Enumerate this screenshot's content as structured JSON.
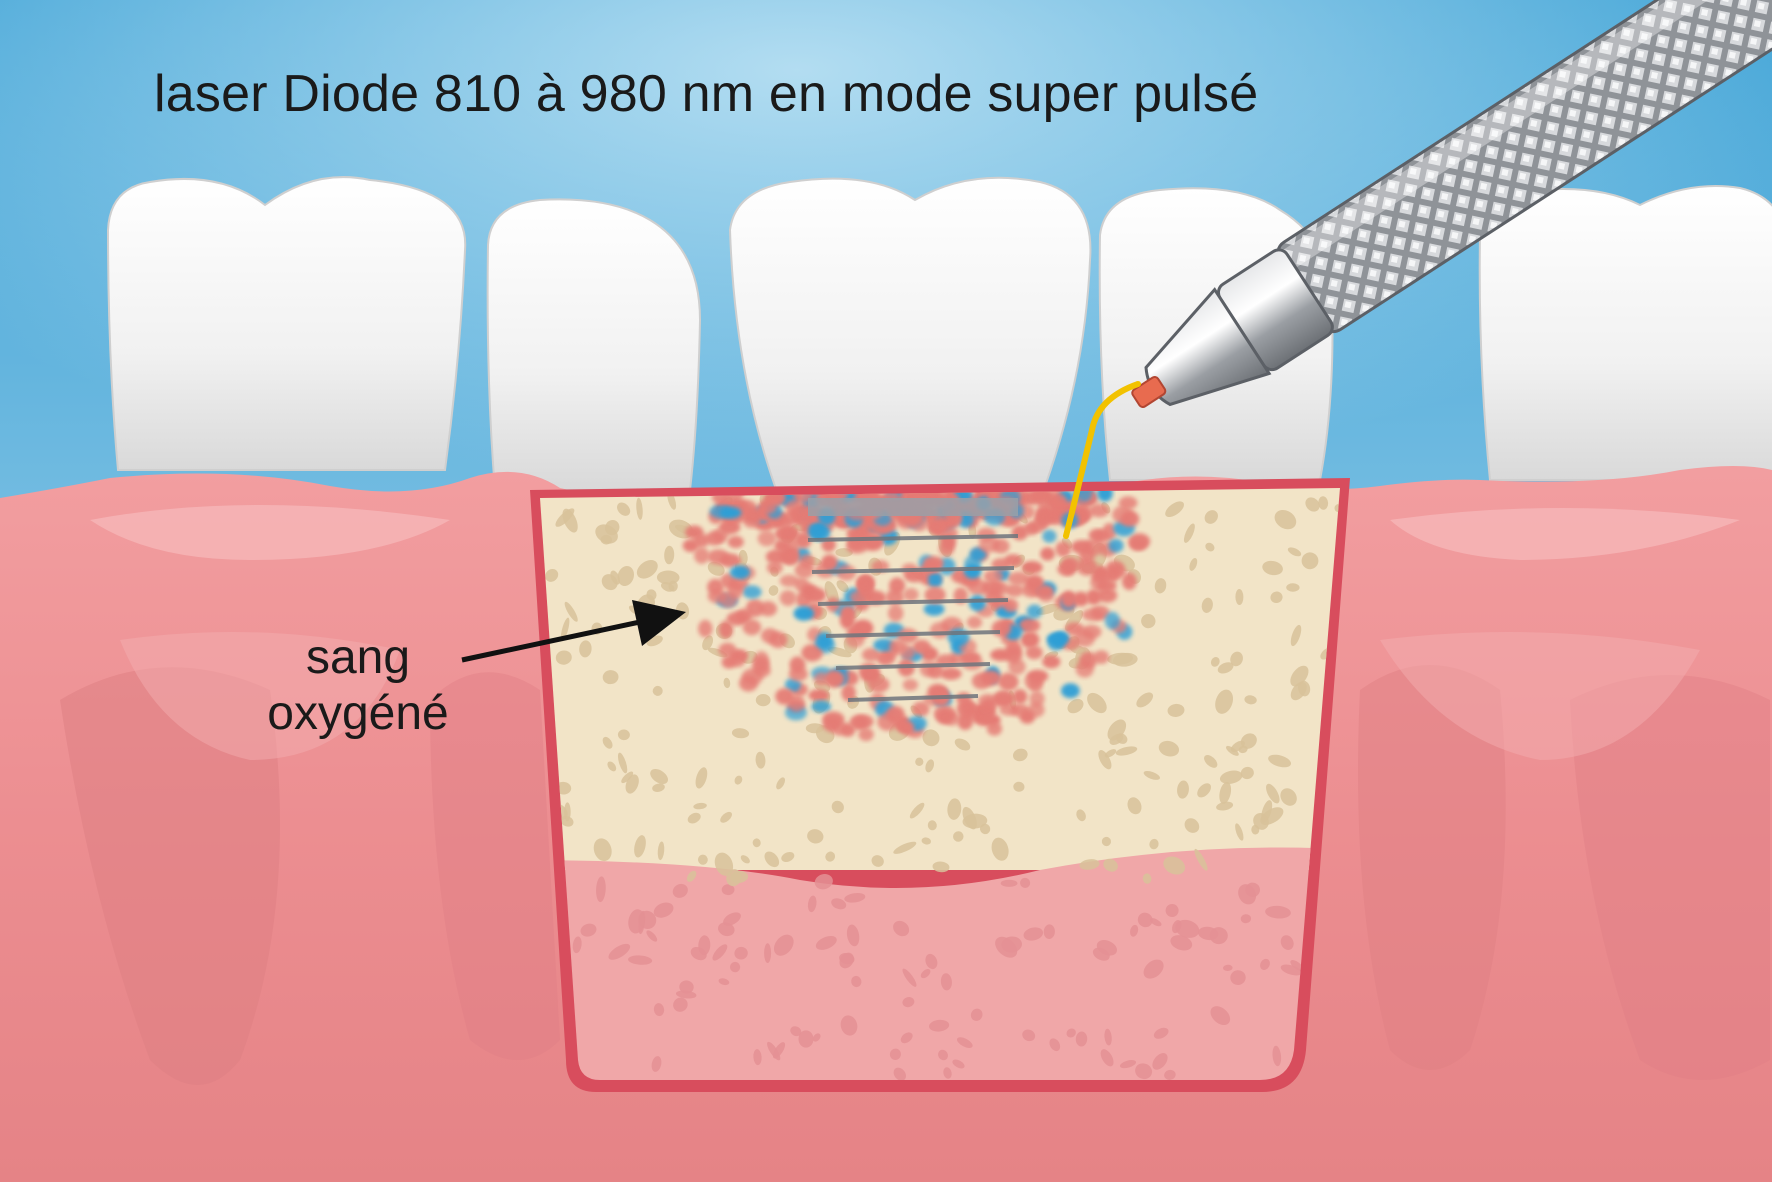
{
  "diagram": {
    "title": "laser Diode 810 à 980 nm en mode super pulsé",
    "labels": {
      "line1": "sang",
      "line2": "oxygéné"
    }
  },
  "colors": {
    "sky_top": "#4aa8d8",
    "sky_bottom": "#a8d6ee",
    "gum": "#ea8f92",
    "gum_light": "#f4aaab",
    "gum_edge": "#d45a63",
    "bone": "#f2e4c7",
    "bone_pore": "#d8c29a",
    "red_cell": "#e57c74",
    "blue_cell": "#2e9fd6",
    "tooth": "#f7f7f7",
    "probe_fiber": "#f2c200",
    "probe_metal": "#9ea1a6"
  },
  "icons": {
    "tooth": "molar-crown-icon",
    "laser": "laser-handpiece-icon",
    "arrow": "pointer-arrow-icon"
  }
}
